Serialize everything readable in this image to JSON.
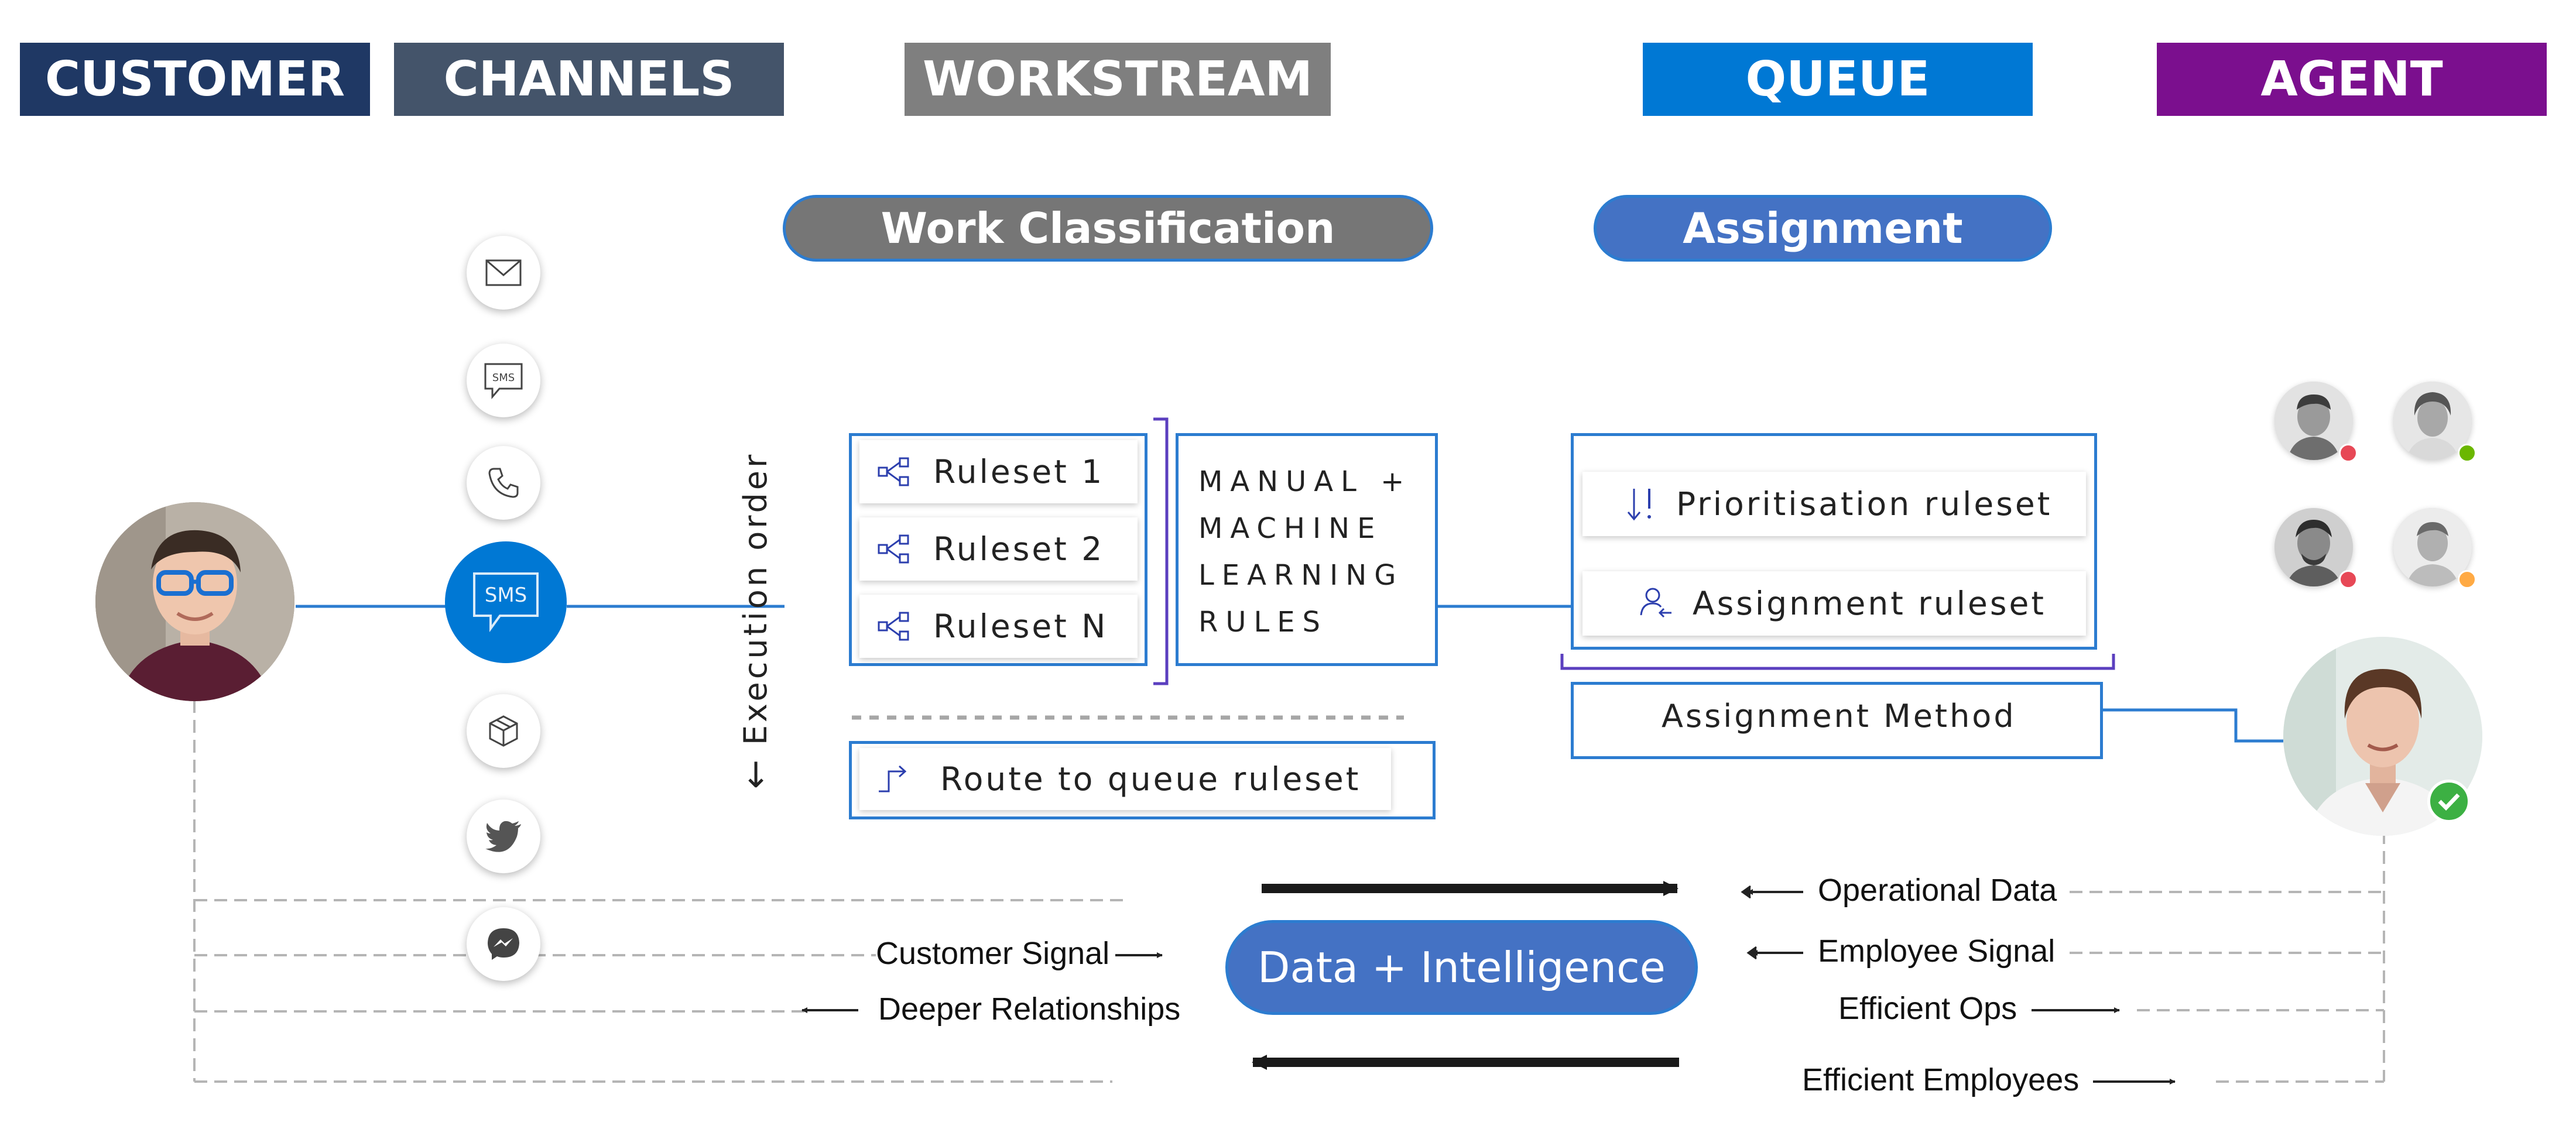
{
  "headers": {
    "customer": "CUSTOMER",
    "channels": "CHANNELS",
    "workstream": "WORKSTREAM",
    "queue": "QUEUE",
    "agent": "AGENT"
  },
  "pills": {
    "work_classification": "Work Classification",
    "assignment": "Assignment",
    "data_intelligence": "Data + Intelligence"
  },
  "workstream": {
    "execution_order": "Execution order",
    "rulesets": [
      "Ruleset 1",
      "Ruleset 2",
      "Ruleset N"
    ],
    "manual_ml": [
      "MANUAL +",
      "MACHINE",
      "LEARNING",
      "RULES"
    ],
    "route_to_queue": "Route to queue ruleset"
  },
  "queue": {
    "prioritisation": "Prioritisation ruleset",
    "assignment_ruleset": "Assignment ruleset",
    "assignment_method": "Assignment Method"
  },
  "channels": {
    "icons": [
      "email-icon",
      "sms-icon",
      "phone-icon",
      "sms-active-icon",
      "package-icon",
      "twitter-icon",
      "messenger-icon"
    ],
    "sms_small_text": "SMS",
    "sms_active_text": "SMS"
  },
  "signals": {
    "customer_signal": "Customer Signal",
    "deeper_relationships": "Deeper Relationships",
    "operational_data": "Operational Data",
    "employee_signal": "Employee Signal",
    "efficient_ops": "Efficient Ops",
    "efficient_employees": "Efficient Employees"
  },
  "colors": {
    "customer": "#1f3864",
    "channels": "#44546a",
    "workstream": "#7f7f7f",
    "queue": "#0078d4",
    "agent": "#7b0f8e",
    "line_blue": "#2c7cd0",
    "pill_gray": "#767676",
    "pill_blue": "#4472c4"
  }
}
